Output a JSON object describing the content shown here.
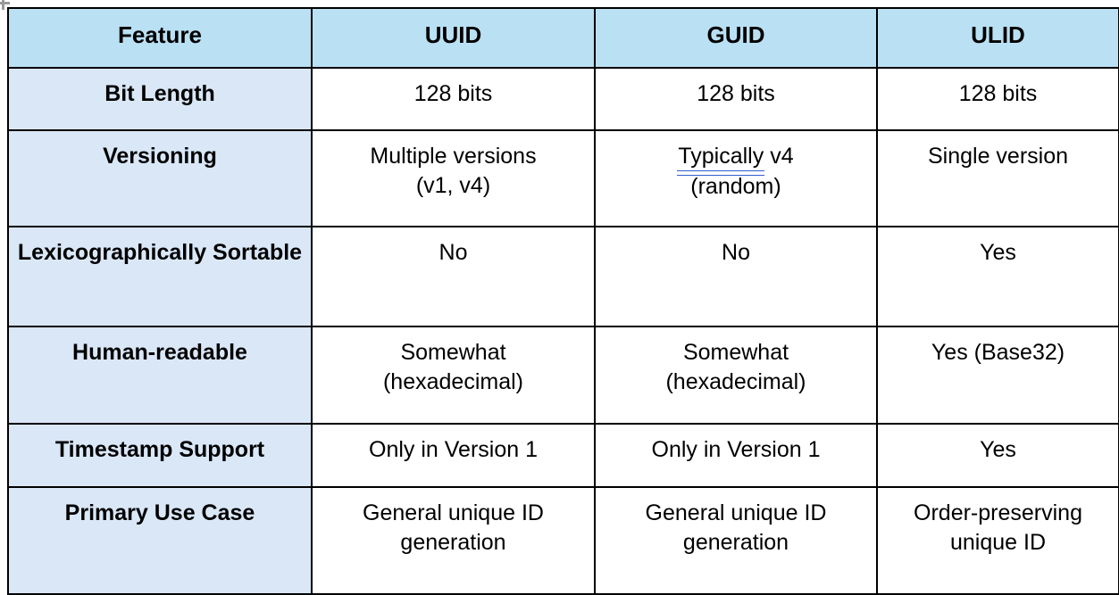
{
  "document": {
    "type": "comparison-table",
    "table_handle_icon": "table-move-handle-icon"
  },
  "table": {
    "headers": [
      "Feature",
      "UUID",
      "GUID",
      "ULID"
    ],
    "rows": [
      {
        "feature": "Bit Length",
        "uuid": {
          "line1": "128 bits",
          "line2": ""
        },
        "guid": {
          "line1": "128 bits",
          "line2": ""
        },
        "ulid": {
          "line1": "128 bits",
          "line2": ""
        }
      },
      {
        "feature": "Versioning",
        "uuid": {
          "line1": "Multiple versions",
          "line2": "(v1, v4)"
        },
        "guid": {
          "marked_word": "Typically",
          "rest": " v4",
          "line2": "(random)"
        },
        "ulid": {
          "line1": "Single version",
          "line2": ""
        }
      },
      {
        "feature": "Lexicographically Sortable",
        "uuid": {
          "line1": "No",
          "line2": ""
        },
        "guid": {
          "line1": "No",
          "line2": ""
        },
        "ulid": {
          "line1": "Yes",
          "line2": ""
        }
      },
      {
        "feature": "Human-readable",
        "uuid": {
          "line1": "Somewhat",
          "line2": "(hexadecimal)"
        },
        "guid": {
          "line1": "Somewhat",
          "line2": "(hexadecimal)"
        },
        "ulid": {
          "line1": "Yes (Base32)",
          "line2": ""
        }
      },
      {
        "feature": "Timestamp Support",
        "uuid": {
          "line1": "Only in Version 1",
          "line2": ""
        },
        "guid": {
          "line1": "Only in Version 1",
          "line2": ""
        },
        "ulid": {
          "line1": "Yes",
          "line2": ""
        }
      },
      {
        "feature": "Primary Use Case",
        "uuid": {
          "line1": "General unique ID",
          "line2": "generation"
        },
        "guid": {
          "line1": "General unique ID",
          "line2": "generation"
        },
        "ulid": {
          "line1": "Order-preserving",
          "line2": "unique ID"
        }
      }
    ]
  },
  "colors": {
    "header_fill": "#bae0f3",
    "feature_column_fill": "#d9e7f7",
    "cell_fill": "#ffffff",
    "border": "#000000",
    "grammar_marker": "#2f5fd0",
    "text": "#000000"
  }
}
